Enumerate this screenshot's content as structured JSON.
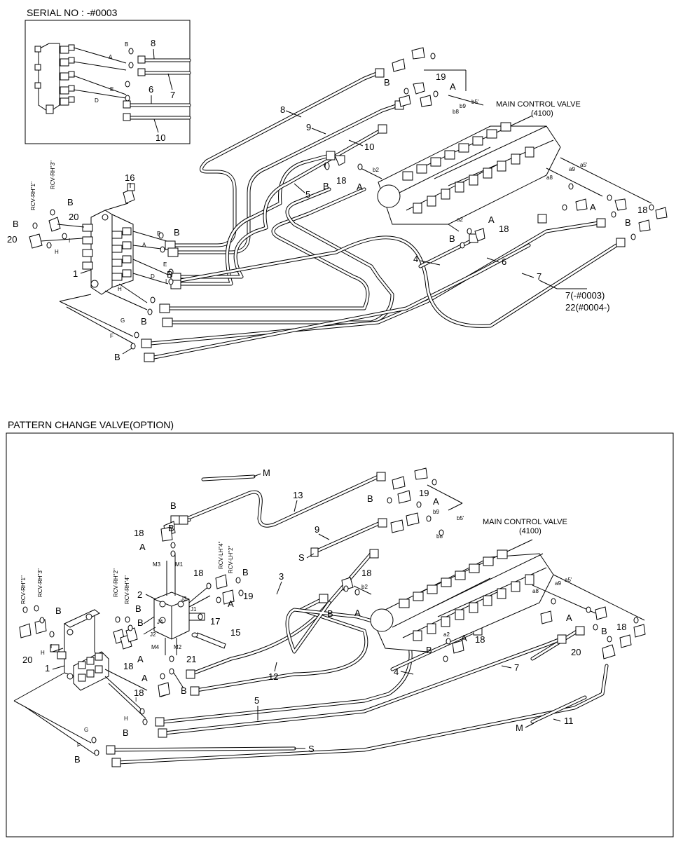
{
  "top": {
    "inset_title": "SERIAL NO : -#0003",
    "valve_title": "MAIN CONTROL VALVE",
    "valve_code": "(4100)",
    "note_7": "7(-#0003)",
    "note_22": "22(#0004-)",
    "rcv": [
      "RCV-RH\"1\"",
      "RCV-RH\"3\""
    ]
  },
  "bottom": {
    "title": "PATTERN CHANGE VALVE(OPTION)",
    "valve_title": "MAIN CONTROL VALVE",
    "valve_code": "(4100)",
    "rcv": [
      "RCV-RH\"1\"",
      "RCV-RH\"3\"",
      "RCV-RH\"2\"",
      "RCV-RH\"4\"",
      "RCV-LH\"4\"",
      "RCV-LH\"2\""
    ]
  }
}
